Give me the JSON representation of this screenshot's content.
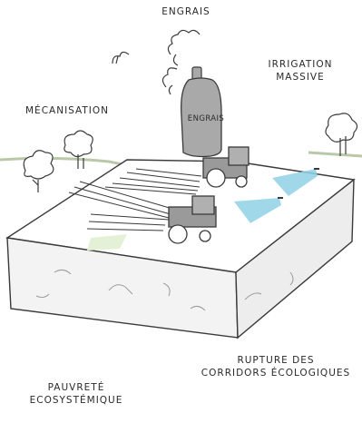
{
  "labels": {
    "engrais_top": "ENGRAIS",
    "irrigation_line1": "IRRIGATION",
    "irrigation_line2": "MASSIVE",
    "mecanisation": "MÉCANISATION",
    "tank_label": "ENGRAIS",
    "rupture_line1": "RUPTURE DES",
    "rupture_line2": "CORRIDORS ÉCOLOGIQUES",
    "pauvrete_line1": "PAUVRETÉ",
    "pauvrete_line2": "ECOSYSTÉMIQUE"
  },
  "icons": [
    "tree-icon",
    "tractor-icon",
    "fertilizer-tank-icon",
    "sprinkler-icon",
    "smoke-icon"
  ],
  "colors": {
    "ink": "#3a3a3a",
    "field_top": "#ffffff",
    "field_side": "#f2f2f2",
    "horizon": "#b9c8a8",
    "water": "#8fd1e6",
    "tank": "#a9a9a9",
    "tractor": "#9a9a9a",
    "green_patch": "#e4f1d6"
  }
}
